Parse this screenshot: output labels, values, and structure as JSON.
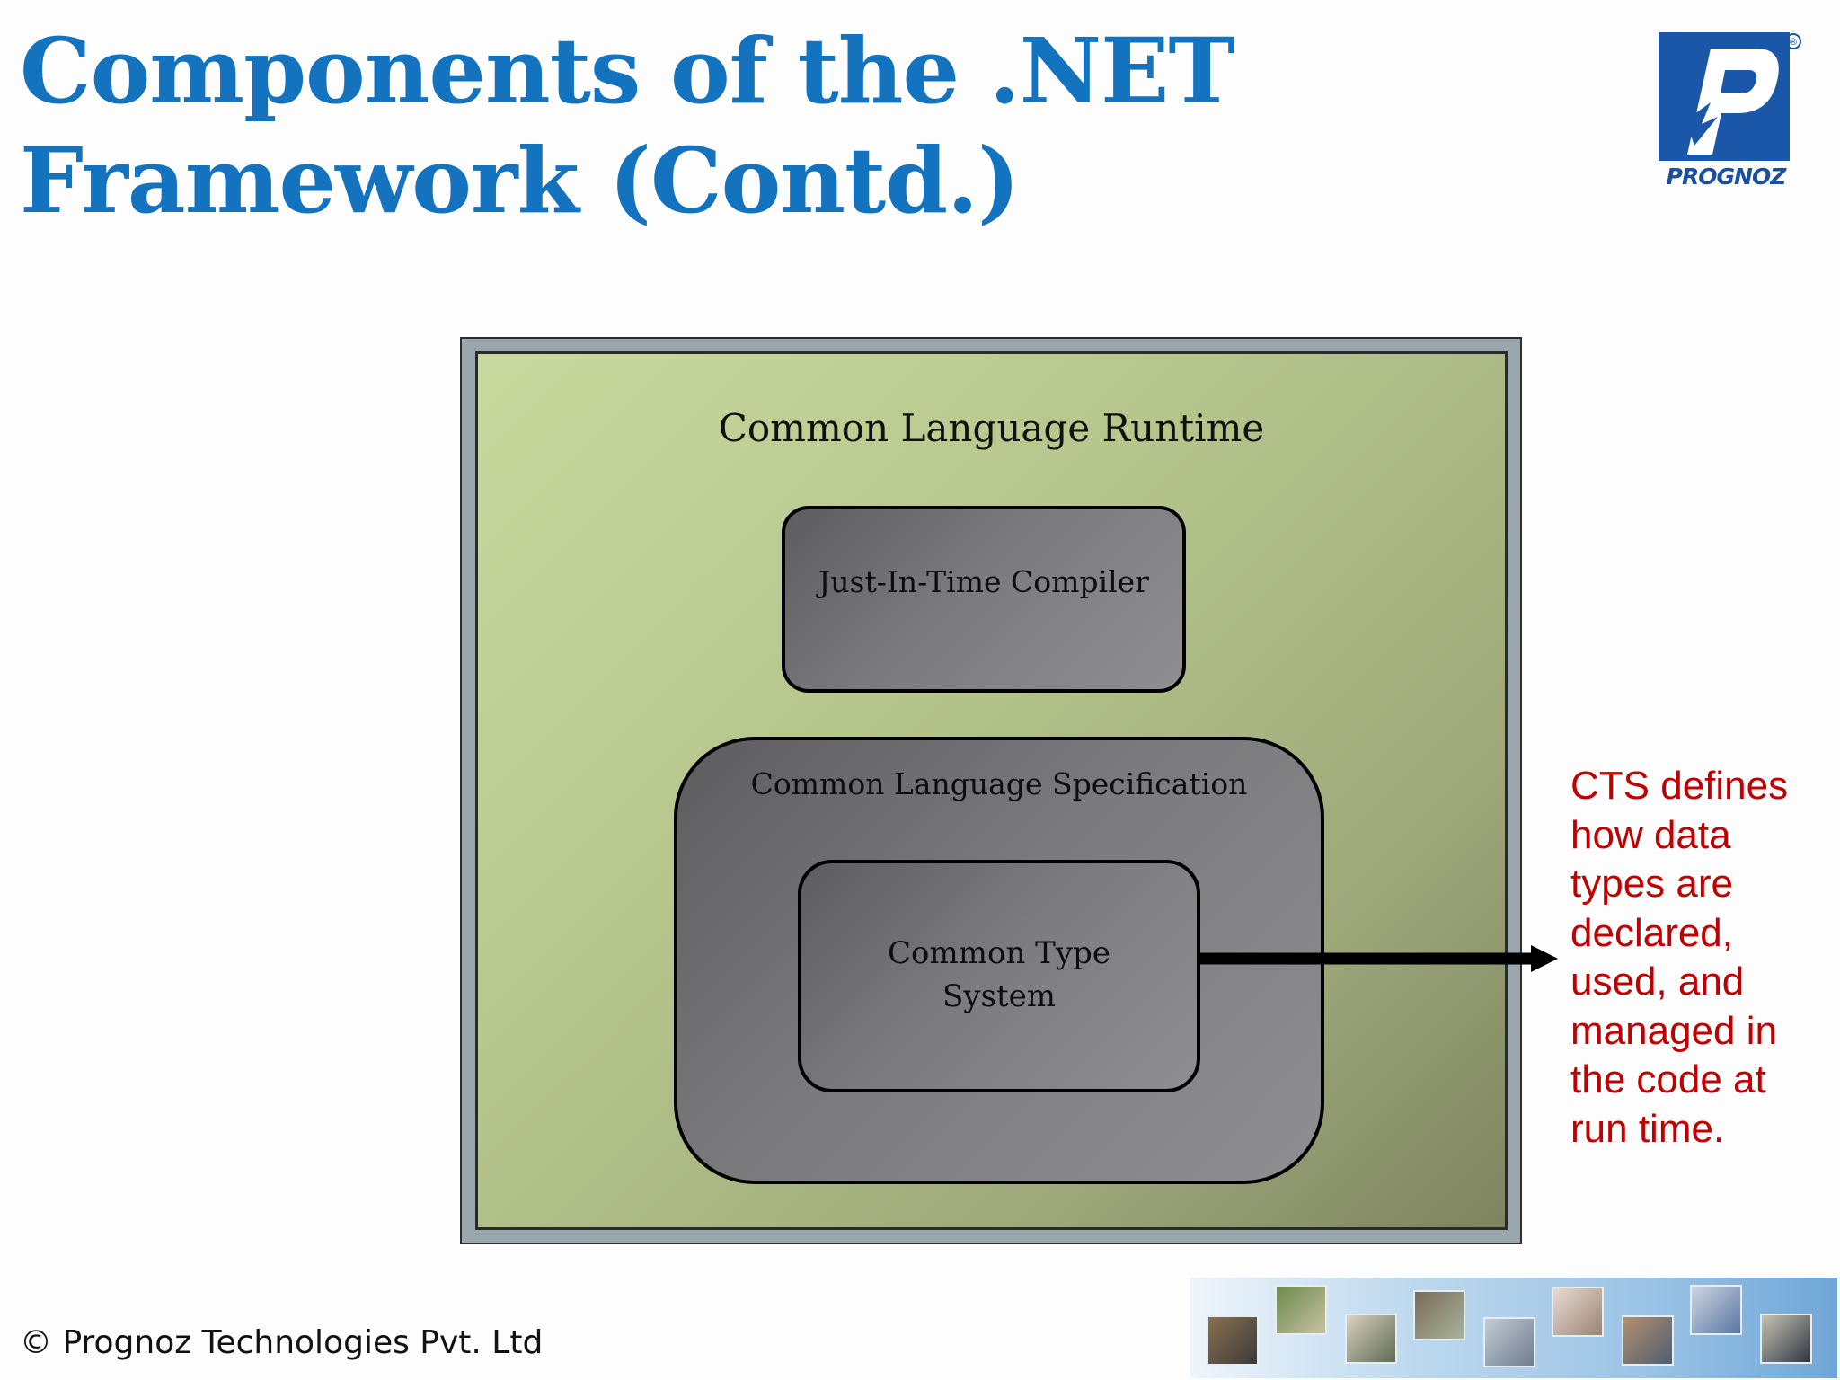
{
  "slide": {
    "title_lines": [
      "Components of the .NET",
      "Framework (Contd.)"
    ],
    "logo": {
      "text": "PROGNOZ",
      "registered_mark": "®",
      "brand_color": "#1b4f9c"
    },
    "diagram": {
      "outer": {
        "label": "Common Language Runtime"
      },
      "jit": {
        "label": "Just-In-Time Compiler"
      },
      "cls": {
        "label": "Common Language Specification"
      },
      "cts": {
        "label_lines": [
          "Common Type",
          "System"
        ]
      }
    },
    "note": {
      "lines": [
        "CTS defines",
        "how data",
        "types are",
        "declared,",
        "used, and",
        "managed in",
        "the code at",
        "run time."
      ],
      "color": "#c00000"
    },
    "footer": {
      "copyright": "© Prognoz Technologies Pvt. Ltd"
    },
    "colors": {
      "title": "#1473be",
      "box_border": "#000000",
      "box_fill": "#7b7a7d",
      "clr_fill": "#b6c58c"
    }
  }
}
